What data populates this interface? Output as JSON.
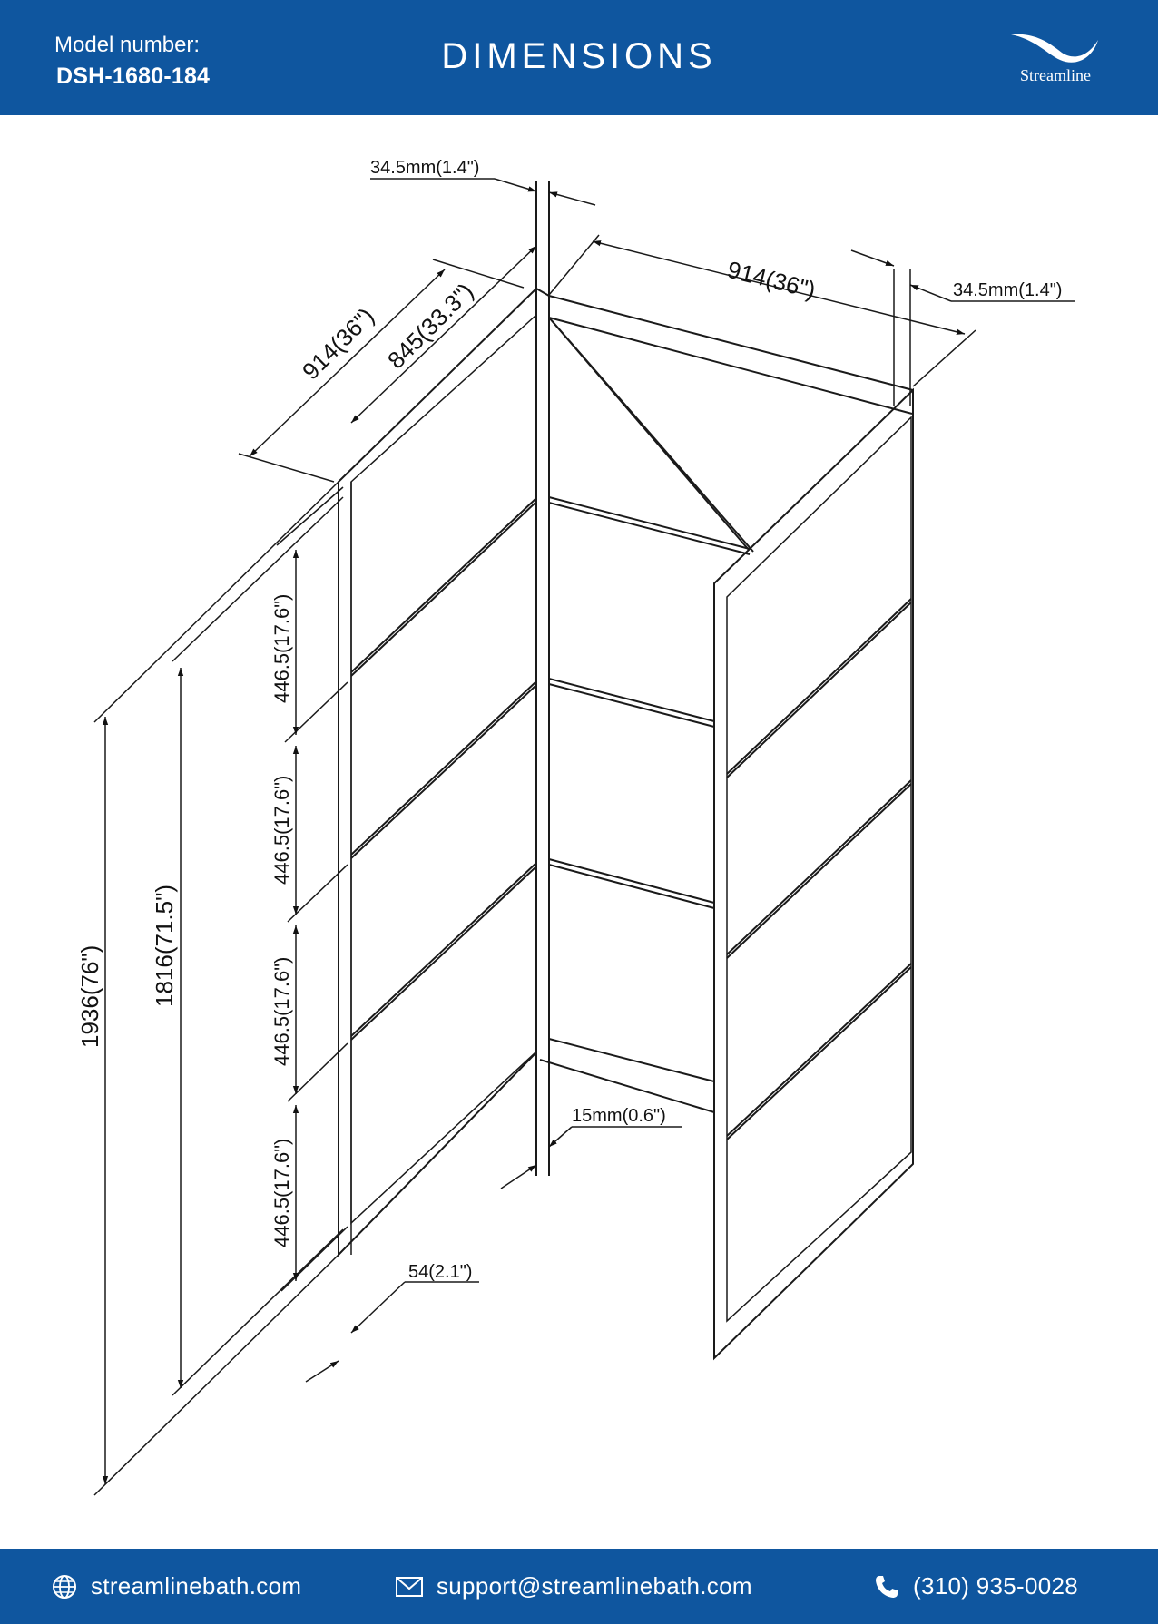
{
  "header": {
    "model_label": "Model number:",
    "model_number": "DSH-1680-184",
    "title": "DIMENSIONS",
    "brand": "Streamline"
  },
  "dimensions": {
    "frame_thickness_top_left": "34.5mm(1.4\")",
    "frame_thickness_top_right": "34.5mm(1.4\")",
    "back_width": "914(36\")",
    "side_depth_outer": "914(36\")",
    "side_depth_inner": "845(33.3\")",
    "panel_height_1": "446.5(17.6\")",
    "panel_height_2": "446.5(17.6\")",
    "panel_height_3": "446.5(17.6\")",
    "panel_height_4": "446.5(17.6\")",
    "overall_height": "1936(76\")",
    "glass_height": "1816(71.5\")",
    "post_gap": "15mm(0.6\")",
    "base_offset": "54(2.1\")"
  },
  "footer": {
    "website": "streamlinebath.com",
    "email": "support@streamlinebath.com",
    "phone": "(310) 935-0028"
  },
  "colors": {
    "brand_blue": "#0f569f",
    "line": "#1a1a1a"
  }
}
